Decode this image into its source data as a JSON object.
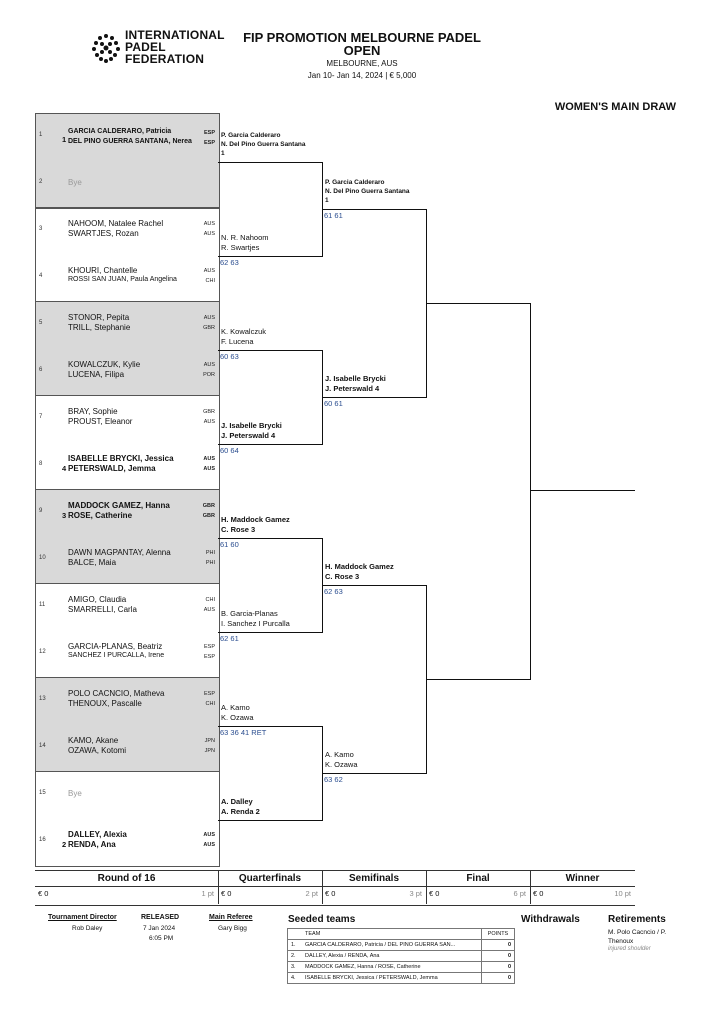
{
  "federation": {
    "line1": "INTERNATIONAL",
    "line2": "PADEL",
    "line3": "FEDERATION"
  },
  "header": {
    "title_line1": "FIP PROMOTION MELBOURNE PADEL",
    "title_line2": "OPEN",
    "location": "MELBOURNE, AUS",
    "dates_prize": "Jan 10- Jan 14, 2024  |  € 5,000",
    "draw_name": "WOMEN'S MAIN DRAW"
  },
  "r16": [
    {
      "num": "1",
      "seed": "1",
      "p1": "GARCIA CALDERARO, Patricia",
      "n1": "ESP",
      "p2": "DEL PINO GUERRA SANTANA, Nerea",
      "n2": "ESP",
      "bold": true,
      "small": false,
      "bye": false
    },
    {
      "num": "2",
      "seed": "",
      "p1": "Bye",
      "n1": "",
      "p2": "",
      "n2": "",
      "bold": false,
      "small": false,
      "bye": true
    },
    {
      "num": "3",
      "seed": "",
      "p1": "NAHOOM, Natalee Rachel",
      "n1": "AUS",
      "p2": "SWARTJES, Rozan",
      "n2": "AUS",
      "bold": false,
      "small": false,
      "bye": false
    },
    {
      "num": "4",
      "seed": "",
      "p1": "KHOURI, Chantelle",
      "n1": "AUS",
      "p2": "ROSSI SAN JUAN, Paula Angelina",
      "n2": "CHI",
      "bold": false,
      "small": true,
      "bye": false
    },
    {
      "num": "5",
      "seed": "",
      "p1": "STONOR, Pepita",
      "n1": "AUS",
      "p2": "TRILL, Stephanie",
      "n2": "GBR",
      "bold": false,
      "small": false,
      "bye": false
    },
    {
      "num": "6",
      "seed": "",
      "p1": "KOWALCZUK, Kylie",
      "n1": "AUS",
      "p2": "LUCENA, Filipa",
      "n2": "POR",
      "bold": false,
      "small": false,
      "bye": false
    },
    {
      "num": "7",
      "seed": "",
      "p1": "BRAY, Sophie",
      "n1": "GBR",
      "p2": "PROUST, Eleanor",
      "n2": "AUS",
      "bold": false,
      "small": false,
      "bye": false
    },
    {
      "num": "8",
      "seed": "4",
      "p1": "ISABELLE BRYCKI, Jessica",
      "n1": "AUS",
      "p2": "PETERSWALD, Jemma",
      "n2": "AUS",
      "bold": true,
      "small": false,
      "bye": false
    },
    {
      "num": "9",
      "seed": "3",
      "p1": "MADDOCK GAMEZ, Hanna",
      "n1": "GBR",
      "p2": "ROSE, Catherine",
      "n2": "GBR",
      "bold": true,
      "small": false,
      "bye": false
    },
    {
      "num": "10",
      "seed": "",
      "p1": "DAWN MAGPANTAY, Alenna",
      "n1": "PHI",
      "p2": "BALCE, Maia",
      "n2": "PHI",
      "bold": false,
      "small": false,
      "bye": false
    },
    {
      "num": "11",
      "seed": "",
      "p1": "AMIGO, Claudia",
      "n1": "CHI",
      "p2": "SMARRELLI, Carla",
      "n2": "AUS",
      "bold": false,
      "small": false,
      "bye": false
    },
    {
      "num": "12",
      "seed": "",
      "p1": "GARCIA-PLANAS, Beatriz",
      "n1": "ESP",
      "p2": "SANCHEZ I PURCALLA, Irene",
      "n2": "ESP",
      "bold": false,
      "small": true,
      "bye": false
    },
    {
      "num": "13",
      "seed": "",
      "p1": "POLO CACNCIO, Matheva",
      "n1": "ESP",
      "p2": "THENOUX, Pascalle",
      "n2": "CHI",
      "bold": false,
      "small": false,
      "bye": false
    },
    {
      "num": "14",
      "seed": "",
      "p1": "KAMO, Akane",
      "n1": "JPN",
      "p2": "OZAWA, Kotomi",
      "n2": "JPN",
      "bold": false,
      "small": false,
      "bye": false
    },
    {
      "num": "15",
      "seed": "",
      "p1": "Bye",
      "n1": "",
      "p2": "",
      "n2": "",
      "bold": false,
      "small": false,
      "bye": true
    },
    {
      "num": "16",
      "seed": "2",
      "p1": "DALLEY, Alexia",
      "n1": "AUS",
      "p2": "RENDA, Ana",
      "n2": "AUS",
      "bold": true,
      "small": false,
      "bye": false
    }
  ],
  "qf": [
    {
      "l1": "P. Garcia Calderaro",
      "l2": "N. Del Pino Guerra Santana",
      "l3": "1",
      "score": "",
      "bold": true
    },
    {
      "l1": "N. R. Nahoom",
      "l2": "R. Swartjes",
      "l3": "",
      "score": "62 63",
      "bold": false
    },
    {
      "l1": "K. Kowalczuk",
      "l2": "F. Lucena",
      "l3": "",
      "score": "60 63",
      "bold": false
    },
    {
      "l1": "J. Isabelle Brycki",
      "l2": "J. Peterswald  4",
      "l3": "",
      "score": "60 64",
      "bold": true
    },
    {
      "l1": "H. Maddock Gamez",
      "l2": "C. Rose  3",
      "l3": "",
      "score": "61 60",
      "bold": true
    },
    {
      "l1": "B. Garcia-Planas",
      "l2": "I. Sanchez I Purcalla",
      "l3": "",
      "score": "62 61",
      "bold": false
    },
    {
      "l1": "A. Kamo",
      "l2": "K. Ozawa",
      "l3": "",
      "score": "63 36 41 RET",
      "bold": false
    },
    {
      "l1": "A. Dalley",
      "l2": "A. Renda  2",
      "l3": "",
      "score": "",
      "bold": true
    }
  ],
  "sf": [
    {
      "l1": "P. Garcia Calderaro",
      "l2": "N. Del Pino Guerra Santana",
      "l3": "1",
      "score": "61 61",
      "bold": true
    },
    {
      "l1": "J. Isabelle Brycki",
      "l2": "J. Peterswald  4",
      "l3": "",
      "score": "60 61",
      "bold": true
    },
    {
      "l1": "H. Maddock Gamez",
      "l2": "C. Rose  3",
      "l3": "",
      "score": "62 63",
      "bold": true
    },
    {
      "l1": "A. Kamo",
      "l2": "K. Ozawa",
      "l3": "",
      "score": "63 62",
      "bold": false
    }
  ],
  "rounds": [
    {
      "name": "Round of 16",
      "prize": "€ 0",
      "points": "1 pt"
    },
    {
      "name": "Quarterfinals",
      "prize": "€ 0",
      "points": "2 pt"
    },
    {
      "name": "Semifinals",
      "prize": "€ 0",
      "points": "3 pt"
    },
    {
      "name": "Final",
      "prize": "€ 0",
      "points": "6 pt"
    },
    {
      "name": "Winner",
      "prize": "€ 0",
      "points": "10 pt"
    }
  ],
  "footer": {
    "director_label": "Tournament Director",
    "director": "Rob Daley",
    "released_label": "RELEASED",
    "released_date": "7 Jan 2024",
    "released_time": "6:05 PM",
    "referee_label": "Main Referee",
    "referee": "Gary Bigg",
    "seeded_label": "Seeded teams",
    "col_team": "TEAM",
    "col_points": "POINTS",
    "seeded": [
      {
        "n": "1.",
        "team": "GARCIA CALDERARO, Patricia / DEL PINO GUERRA SAN...",
        "pts": "0"
      },
      {
        "n": "2.",
        "team": "DALLEY, Alexia / RENDA, Ana",
        "pts": "0"
      },
      {
        "n": "3.",
        "team": "MADDOCK GAMEZ, Hanna / ROSE, Catherine",
        "pts": "0"
      },
      {
        "n": "4.",
        "team": "ISABELLE BRYCKI, Jessica / PETERSWALD, Jemma",
        "pts": "0"
      }
    ],
    "withdrawals_label": "Withdrawals",
    "retirements_label": "Retirements",
    "retirement_name": "M. Polo Cacncio / P. Thenoux",
    "retirement_note": "injured shoulder"
  }
}
